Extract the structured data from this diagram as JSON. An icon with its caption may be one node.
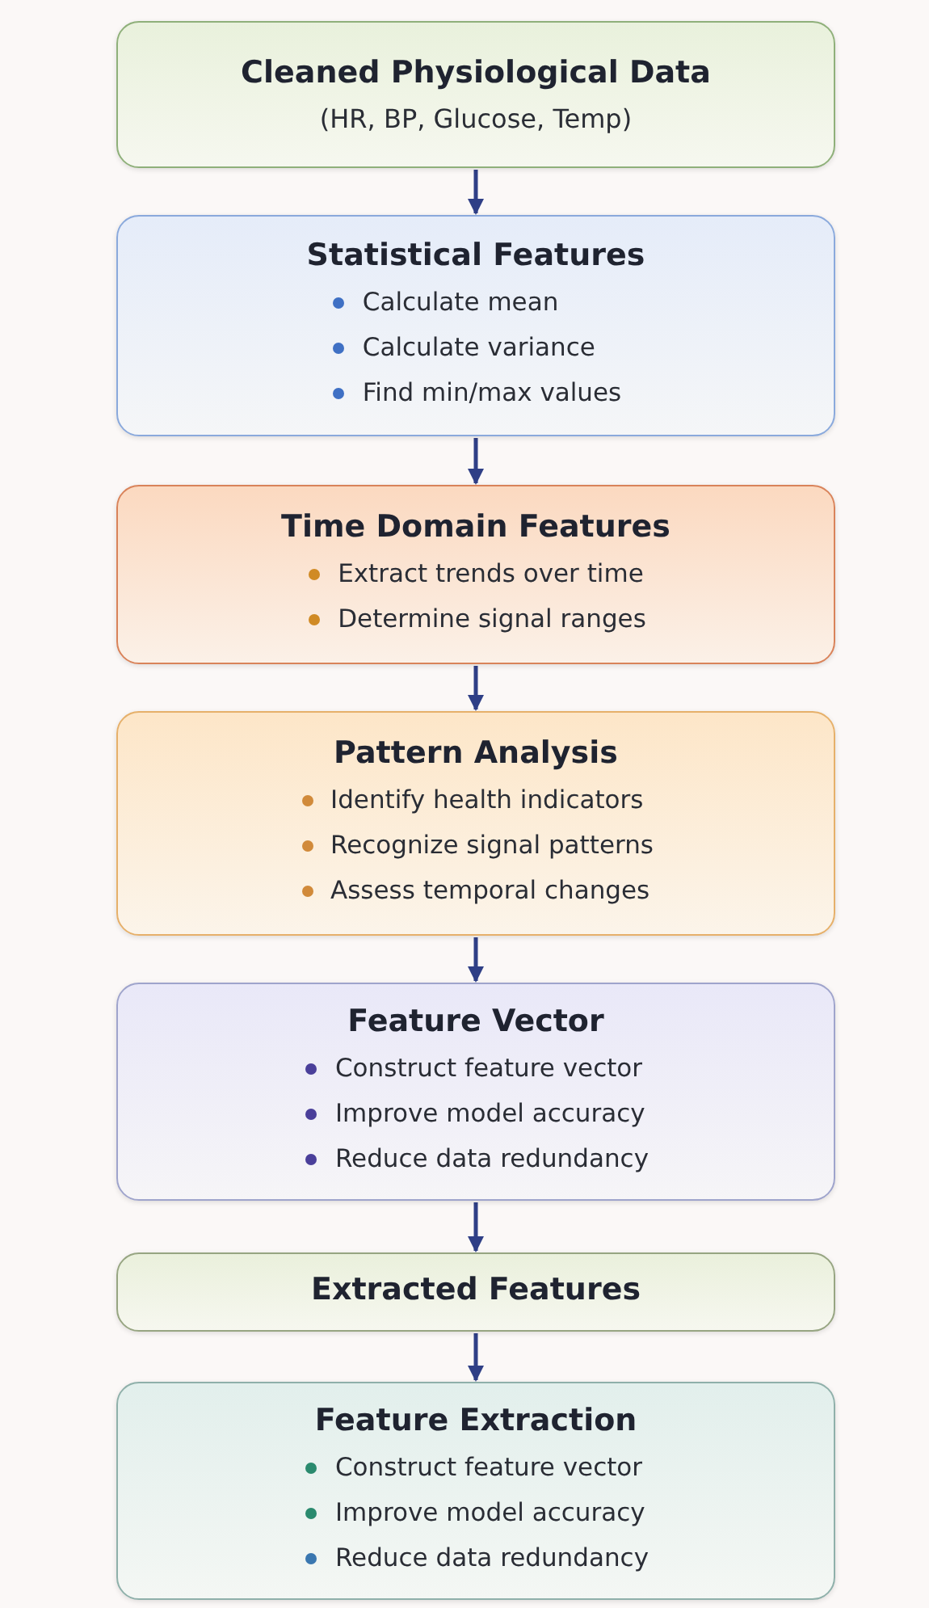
{
  "diagram": {
    "nodes": [
      {
        "text": [
          "Cleaned Physiological Data",
          "(HR, BP, Glucose, Temp)"
        ]
      },
      {
        "text": [
          "Statistical Features",
          "Calculate mean",
          "Calculate variance",
          "Find min/max values"
        ]
      },
      {
        "text": [
          "Time Domain Features",
          "Extract trends over time",
          "Determine signal ranges"
        ]
      },
      {
        "text": [
          "Pattern Analysis",
          "Identify health indicators",
          "Recognize signal patterns",
          "Assess temporal changes"
        ]
      },
      {
        "text": [
          "Feature Vector",
          "Construct feature vector",
          "Improve model accuracy",
          "Reduce data redundancy"
        ]
      },
      {
        "text": [
          "Extracted Features"
        ]
      },
      {
        "text": [
          "Feature Extraction",
          "Construct feature vector",
          "Improve model accuracy",
          "Reduce data redundancy"
        ]
      }
    ],
    "edges": [
      {
        "from": 0,
        "to": 1,
        "arrow": "to"
      },
      {
        "from": 1,
        "to": 2,
        "arrow": "to"
      },
      {
        "from": 2,
        "to": 3,
        "arrow": "to"
      },
      {
        "from": 3,
        "to": 4,
        "arrow": "to"
      },
      {
        "from": 4,
        "to": 5,
        "arrow": "to"
      },
      {
        "from": 5,
        "to": 6,
        "arrow": "to"
      }
    ]
  }
}
